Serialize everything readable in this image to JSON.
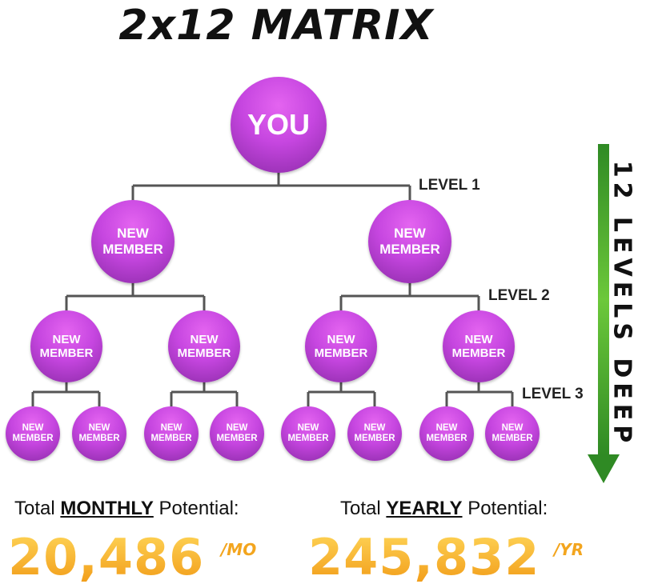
{
  "title": "2x12 MATRIX",
  "root_label": "YOU",
  "member_label_line1": "NEW",
  "member_label_line2": "MEMBER",
  "level_labels": [
    "LEVEL 1",
    "LEVEL 2",
    "LEVEL 3"
  ],
  "depth_label": "12 LEVELS DEEP",
  "monthly": {
    "prefix": "Total ",
    "emph": "MONTHLY",
    "suffix_text": " Potential:",
    "value": "20,486",
    "unit": "/MO"
  },
  "yearly": {
    "prefix": "Total ",
    "emph": "YEARLY",
    "suffix_text": " Potential:",
    "value": "245,832",
    "unit": "/YR"
  },
  "colors": {
    "node": "#c646e0",
    "arrow": "#3aa62a",
    "number": "#f3a51e",
    "line": "#555555"
  }
}
